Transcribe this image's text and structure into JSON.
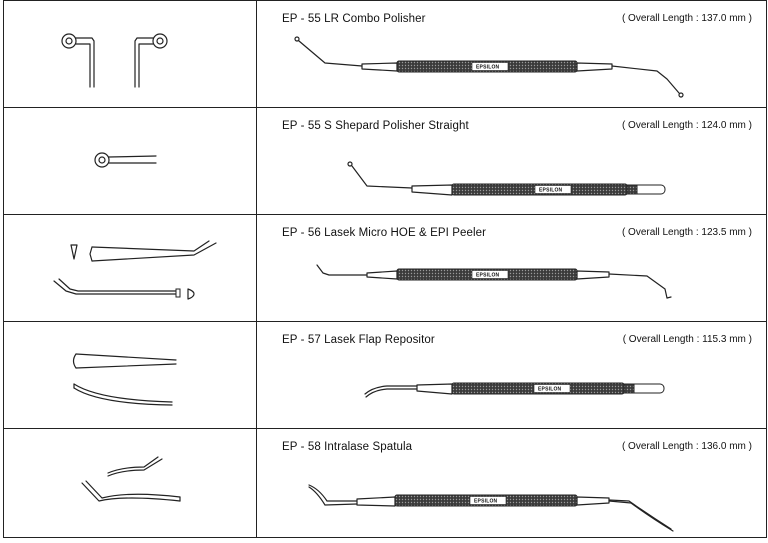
{
  "brand": "EPSILON",
  "products": [
    {
      "code_name": "EP - 55 LR  Combo Polisher",
      "length": "( Overall Length : 137.0 mm )"
    },
    {
      "code_name": "EP - 55 S  Shepard Polisher Straight",
      "length": "( Overall Length : 124.0 mm )"
    },
    {
      "code_name": "EP - 56  Lasek Micro HOE & EPI Peeler",
      "length": "( Overall Length : 123.5 mm )"
    },
    {
      "code_name": "EP - 57  Lasek Flap Repositor",
      "length": "( Overall Length : 115.3 mm )"
    },
    {
      "code_name": "EP - 58  Intralase Spatula",
      "length": "( Overall Length : 136.0 mm )"
    }
  ]
}
